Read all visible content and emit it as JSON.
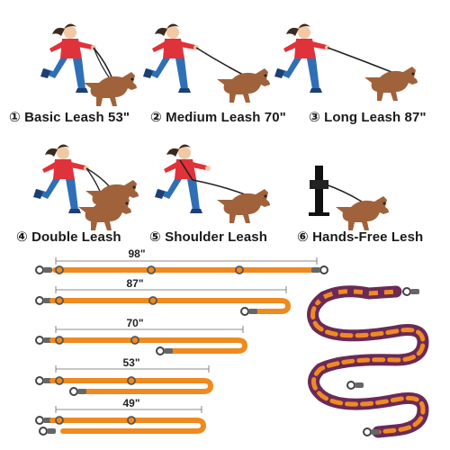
{
  "colors": {
    "shirt": "#e0323a",
    "pants": "#2f6fb5",
    "dog": "#a0623b",
    "leash_orange": "#ee8a1f",
    "pattern_purple": "#6b2a55",
    "pattern_orange": "#f08a24"
  },
  "modes": [
    {
      "num": "①",
      "label": "Basic Leash 53\""
    },
    {
      "num": "②",
      "label": "Medium Leash 70\""
    },
    {
      "num": "③",
      "label": "Long Leash 87\""
    },
    {
      "num": "④",
      "label": "Double Leash"
    },
    {
      "num": "⑤",
      "label": "Shoulder Leash"
    },
    {
      "num": "⑥",
      "label": "Hands-Free Lesh"
    }
  ],
  "lengths": [
    "98\"",
    "87\"",
    "70\"",
    "53\"",
    "49\""
  ]
}
